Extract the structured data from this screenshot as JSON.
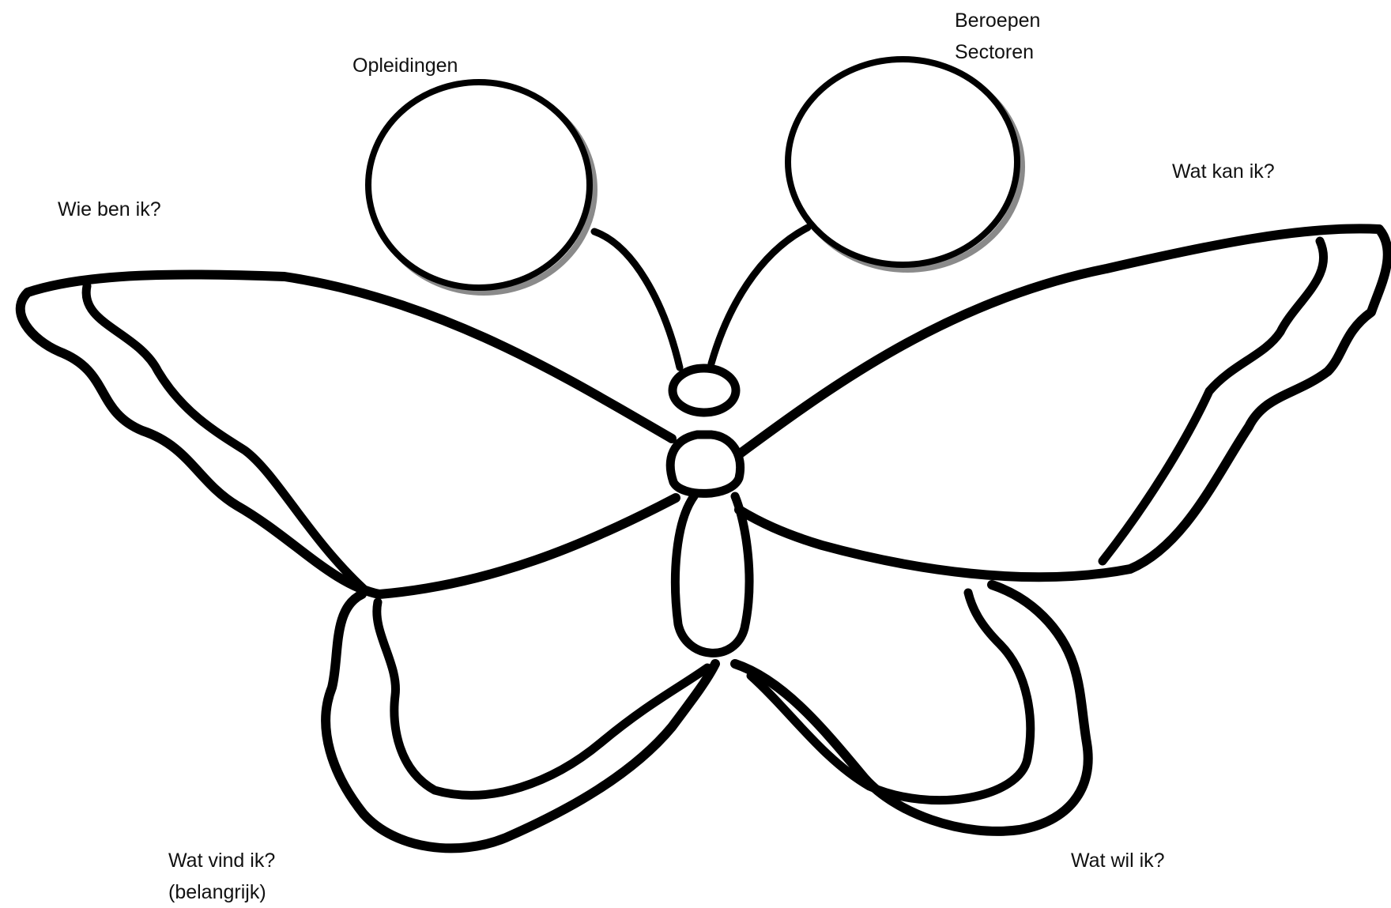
{
  "labels": {
    "wie": "Wie ben ik?",
    "opleidingen": "Opleidingen",
    "beroepen": "Beroepen",
    "sectoren": "Sectoren",
    "kan": "Wat kan ik?",
    "vind": "Wat vind ik?",
    "vind_sub": "(belangrijk)",
    "wil": "Wat wil ik?"
  },
  "colors": {
    "outline": "#000000",
    "circle_shadow": "#8a8a8a",
    "background": "#ffffff"
  }
}
